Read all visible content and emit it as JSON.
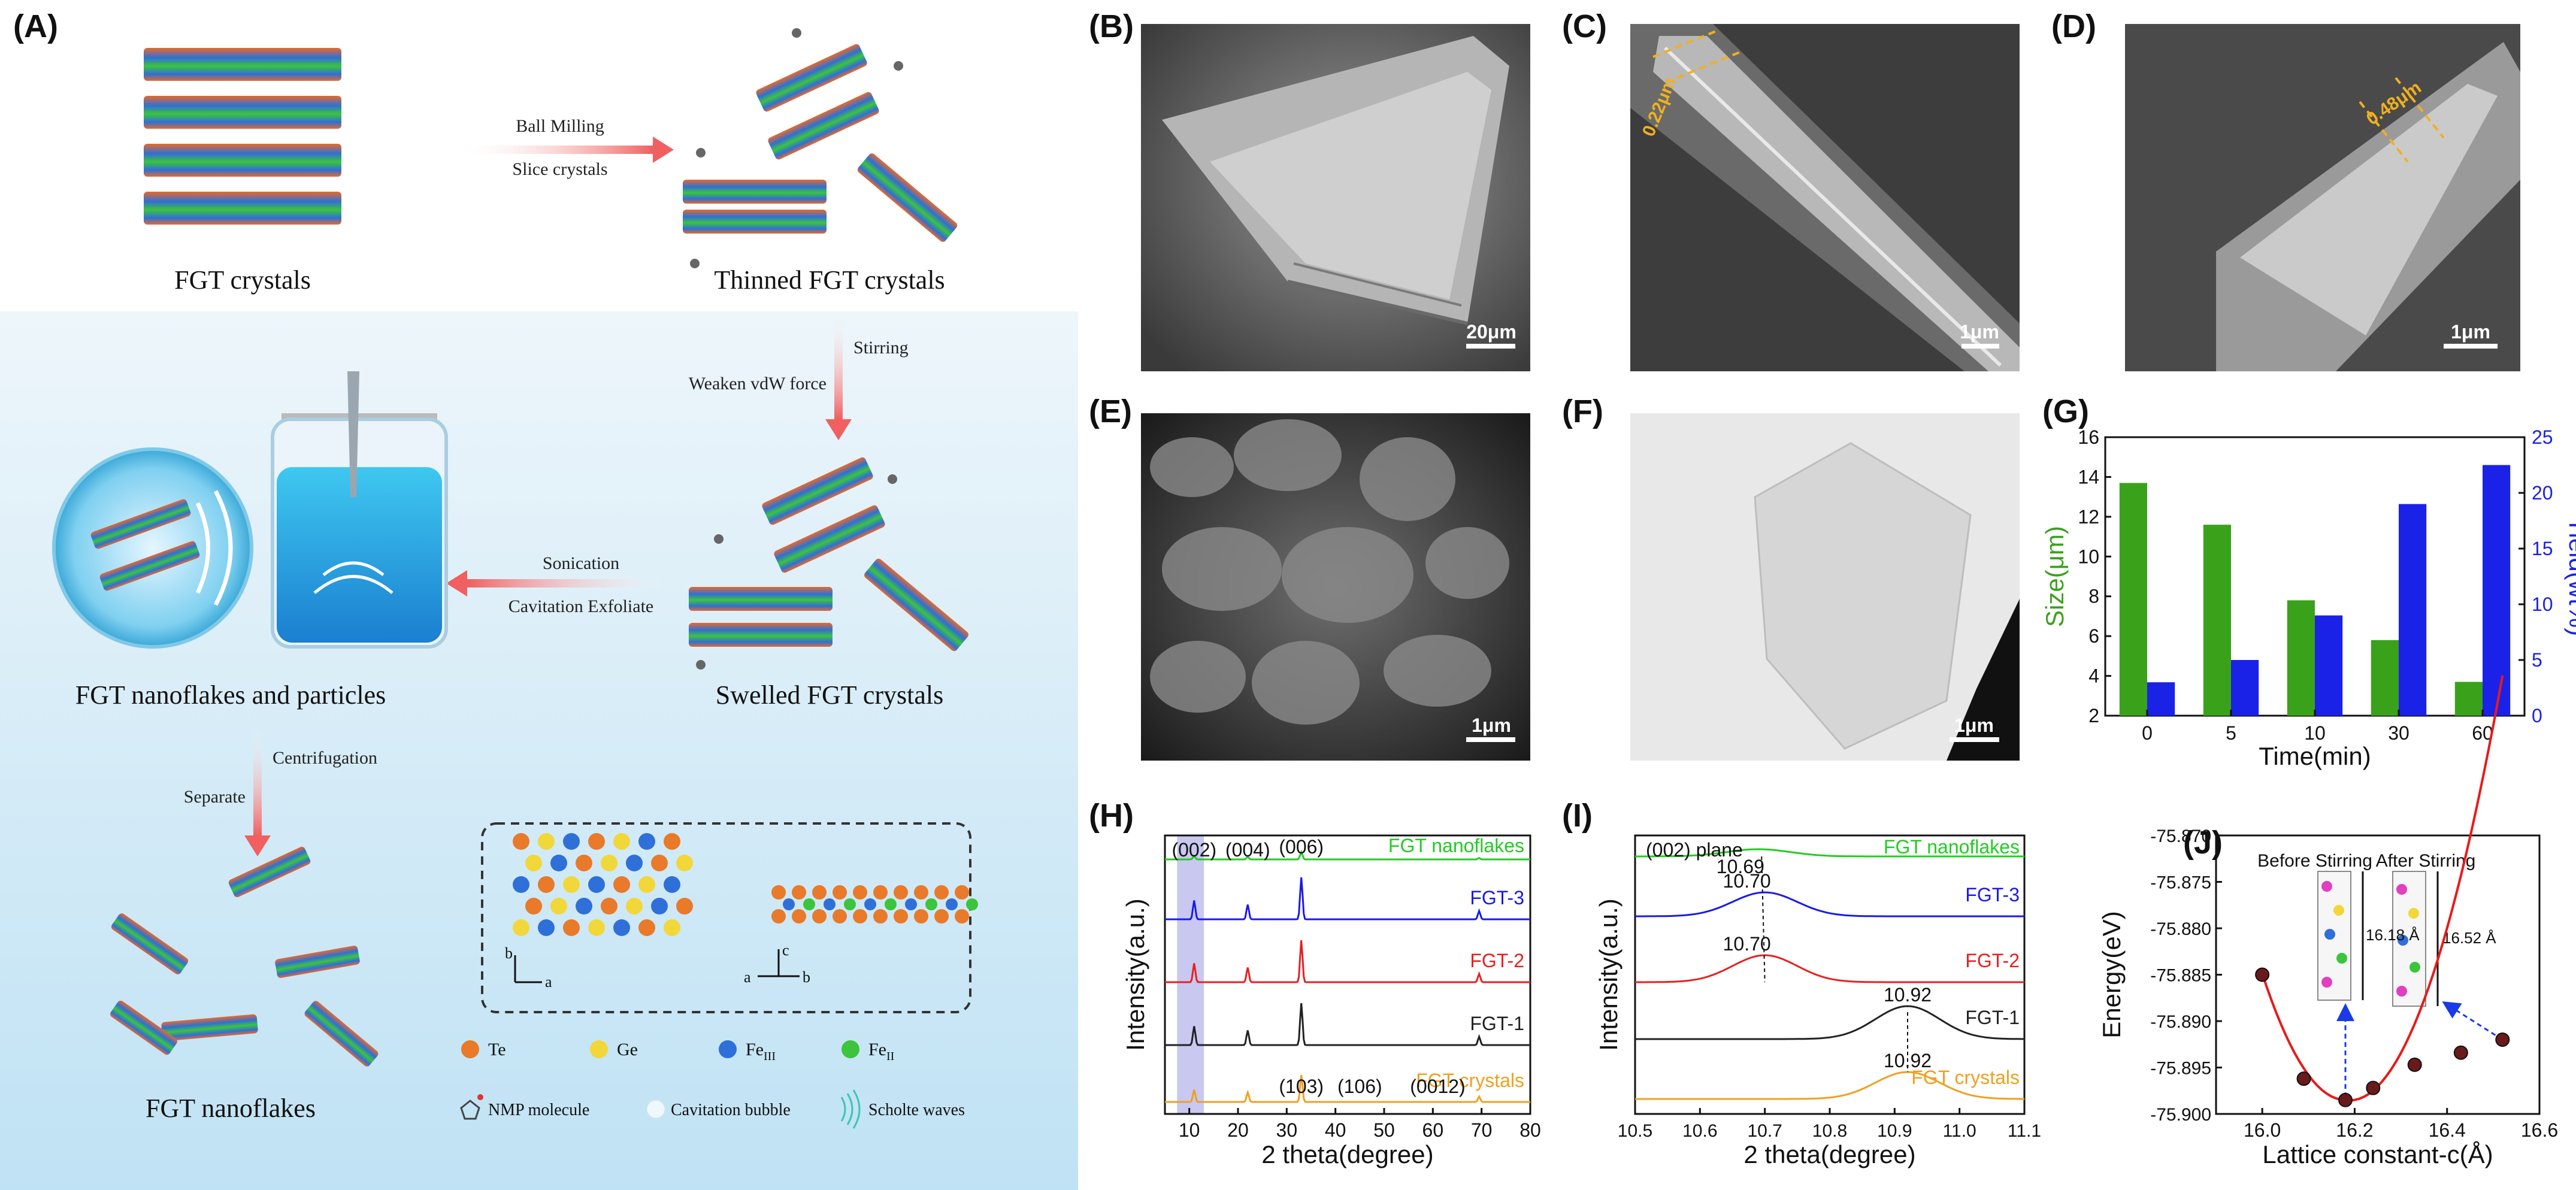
{
  "panel_labels": {
    "A": "(A)",
    "B": "(B)",
    "C": "(C)",
    "D": "(D)",
    "E": "(E)",
    "F": "(F)",
    "G": "(G)",
    "H": "(H)",
    "I": "(I)",
    "J": "(J)"
  },
  "schematic": {
    "fgt_crystals": "FGT crystals",
    "thinned": "Thinned FGT crystals",
    "ball_milling": "Ball Milling",
    "slice_crystals": "Slice crystals",
    "stirring": "Stirring",
    "weaken_vdw": "Weaken vdW force",
    "swelled": "Swelled FGT crystals",
    "sonication": "Sonication",
    "cavitation_exfoliate": "Cavitation Exfoliate",
    "nanoflakes_particles": "FGT nanoflakes and particles",
    "centrifugation": "Centrifugation",
    "separate": "Separate",
    "nanoflakes": "FGT nanoflakes",
    "axis_b": "b",
    "axis_a": "a",
    "axis_c": "c",
    "axis_a2": "a",
    "axis_b2": "b",
    "legend": {
      "te": "Te",
      "ge": "Ge",
      "fe3": "Fe",
      "fe3_sub": "III",
      "fe2": "Fe",
      "fe2_sub": "II",
      "nmp": "NMP molecule",
      "bubble": "Cavitation bubble",
      "scholte": "Scholte waves"
    },
    "colors": {
      "te": "#e87a2a",
      "ge": "#f2d73a",
      "fe3": "#2f6fd8",
      "fe2": "#3cc43c"
    }
  },
  "sem": {
    "B_scale": "20μm",
    "C_scale": "1μm",
    "D_scale": "1μm",
    "E_scale": "1μm",
    "F_scale": "1μm",
    "C_thickness": "0.22μm",
    "D_thickness": "0.48μm"
  },
  "chart_data": [
    {
      "id": "G",
      "type": "bar",
      "categories": [
        "0",
        "5",
        "10",
        "30",
        "60"
      ],
      "series": [
        {
          "axis": "left",
          "values": [
            13.7,
            11.6,
            7.8,
            5.8,
            3.7
          ],
          "color": "#3aa21a"
        },
        {
          "axis": "right",
          "values": [
            3,
            5,
            9,
            19,
            22.5
          ],
          "color": "#1a22e8"
        }
      ],
      "xlabel": "Time(min)",
      "ylabel": "Size(μm)",
      "ylabel_right": "Yield(wt%)",
      "ylim": [
        2,
        16
      ],
      "ylim_right": [
        0,
        25
      ],
      "yticks": [
        "2",
        "4",
        "6",
        "8",
        "10",
        "12",
        "14",
        "16"
      ],
      "yticks_right": [
        "0",
        "5",
        "10",
        "15",
        "20",
        "25"
      ]
    },
    {
      "id": "H",
      "type": "line",
      "xlabel": "2 theta(degree)",
      "ylabel": "Intensity(a.u.)",
      "xlim": [
        5,
        80
      ],
      "xticks": [
        "10",
        "20",
        "30",
        "40",
        "50",
        "60",
        "70",
        "80"
      ],
      "highlight_range": [
        7.5,
        13
      ],
      "series": [
        {
          "name": "FGT nanoflakes",
          "color": "#22cc22",
          "offset": 4
        },
        {
          "name": "FGT-3",
          "color": "#1a1ae8",
          "offset": 3
        },
        {
          "name": "FGT-2",
          "color": "#e82020",
          "offset": 2
        },
        {
          "name": "FGT-1",
          "color": "#222222",
          "offset": 1
        },
        {
          "name": "FGT crystals",
          "color": "#f0a020",
          "offset": 0
        }
      ],
      "peaks": [
        {
          "x": 11,
          "h": 0.45
        },
        {
          "x": 22,
          "h": 0.35
        },
        {
          "x": 33,
          "h": 1.0
        },
        {
          "x": 69.5,
          "h": 0.2
        }
      ],
      "annotations": [
        "(002)",
        "(004)",
        "(006)",
        "(103)",
        "(106)",
        "(0012)"
      ]
    },
    {
      "id": "I",
      "type": "line",
      "xlabel": "2 theta(degree)",
      "ylabel": "Intensity(a.u.)",
      "xlim": [
        10.5,
        11.1
      ],
      "xticks": [
        "10.5",
        "10.6",
        "10.7",
        "10.8",
        "10.9",
        "11.0",
        "11.1"
      ],
      "annotation": "(002) plane",
      "series": [
        {
          "name": "FGT nanoflakes",
          "color": "#22cc22",
          "peak_x": 10.69,
          "peak_label": "10.69"
        },
        {
          "name": "FGT-3",
          "color": "#1a1ae8",
          "peak_x": 10.7,
          "peak_label": "10.70"
        },
        {
          "name": "FGT-2",
          "color": "#e82020",
          "peak_x": 10.7,
          "peak_label": "10.70"
        },
        {
          "name": "FGT-1",
          "color": "#222222",
          "peak_x": 10.92,
          "peak_label": "10.92"
        },
        {
          "name": "FGT crystals",
          "color": "#f0a020",
          "peak_x": 10.92,
          "peak_label": "10.92"
        }
      ]
    },
    {
      "id": "J",
      "type": "scatter",
      "xlabel": "Lattice constant-c(Å)",
      "ylabel": "Energy(eV)",
      "xlim": [
        15.9,
        16.6
      ],
      "ylim": [
        -75.9,
        -75.87
      ],
      "xticks": [
        "16.0",
        "16.2",
        "16.4",
        "16.6"
      ],
      "yticks": [
        "-75.870",
        "-75.875",
        "-75.880",
        "-75.885",
        "-75.890",
        "-75.895",
        "-75.900"
      ],
      "x": [
        16.0,
        16.09,
        16.18,
        16.24,
        16.33,
        16.43,
        16.52
      ],
      "y": [
        -75.885,
        -75.8962,
        -75.8985,
        -75.8972,
        -75.8947,
        -75.8934,
        -75.892
      ],
      "insets": {
        "before": "Before Stirring",
        "after": "After Stirring",
        "before_c": "16.18 Å",
        "after_c": "16.52 Å"
      }
    }
  ]
}
